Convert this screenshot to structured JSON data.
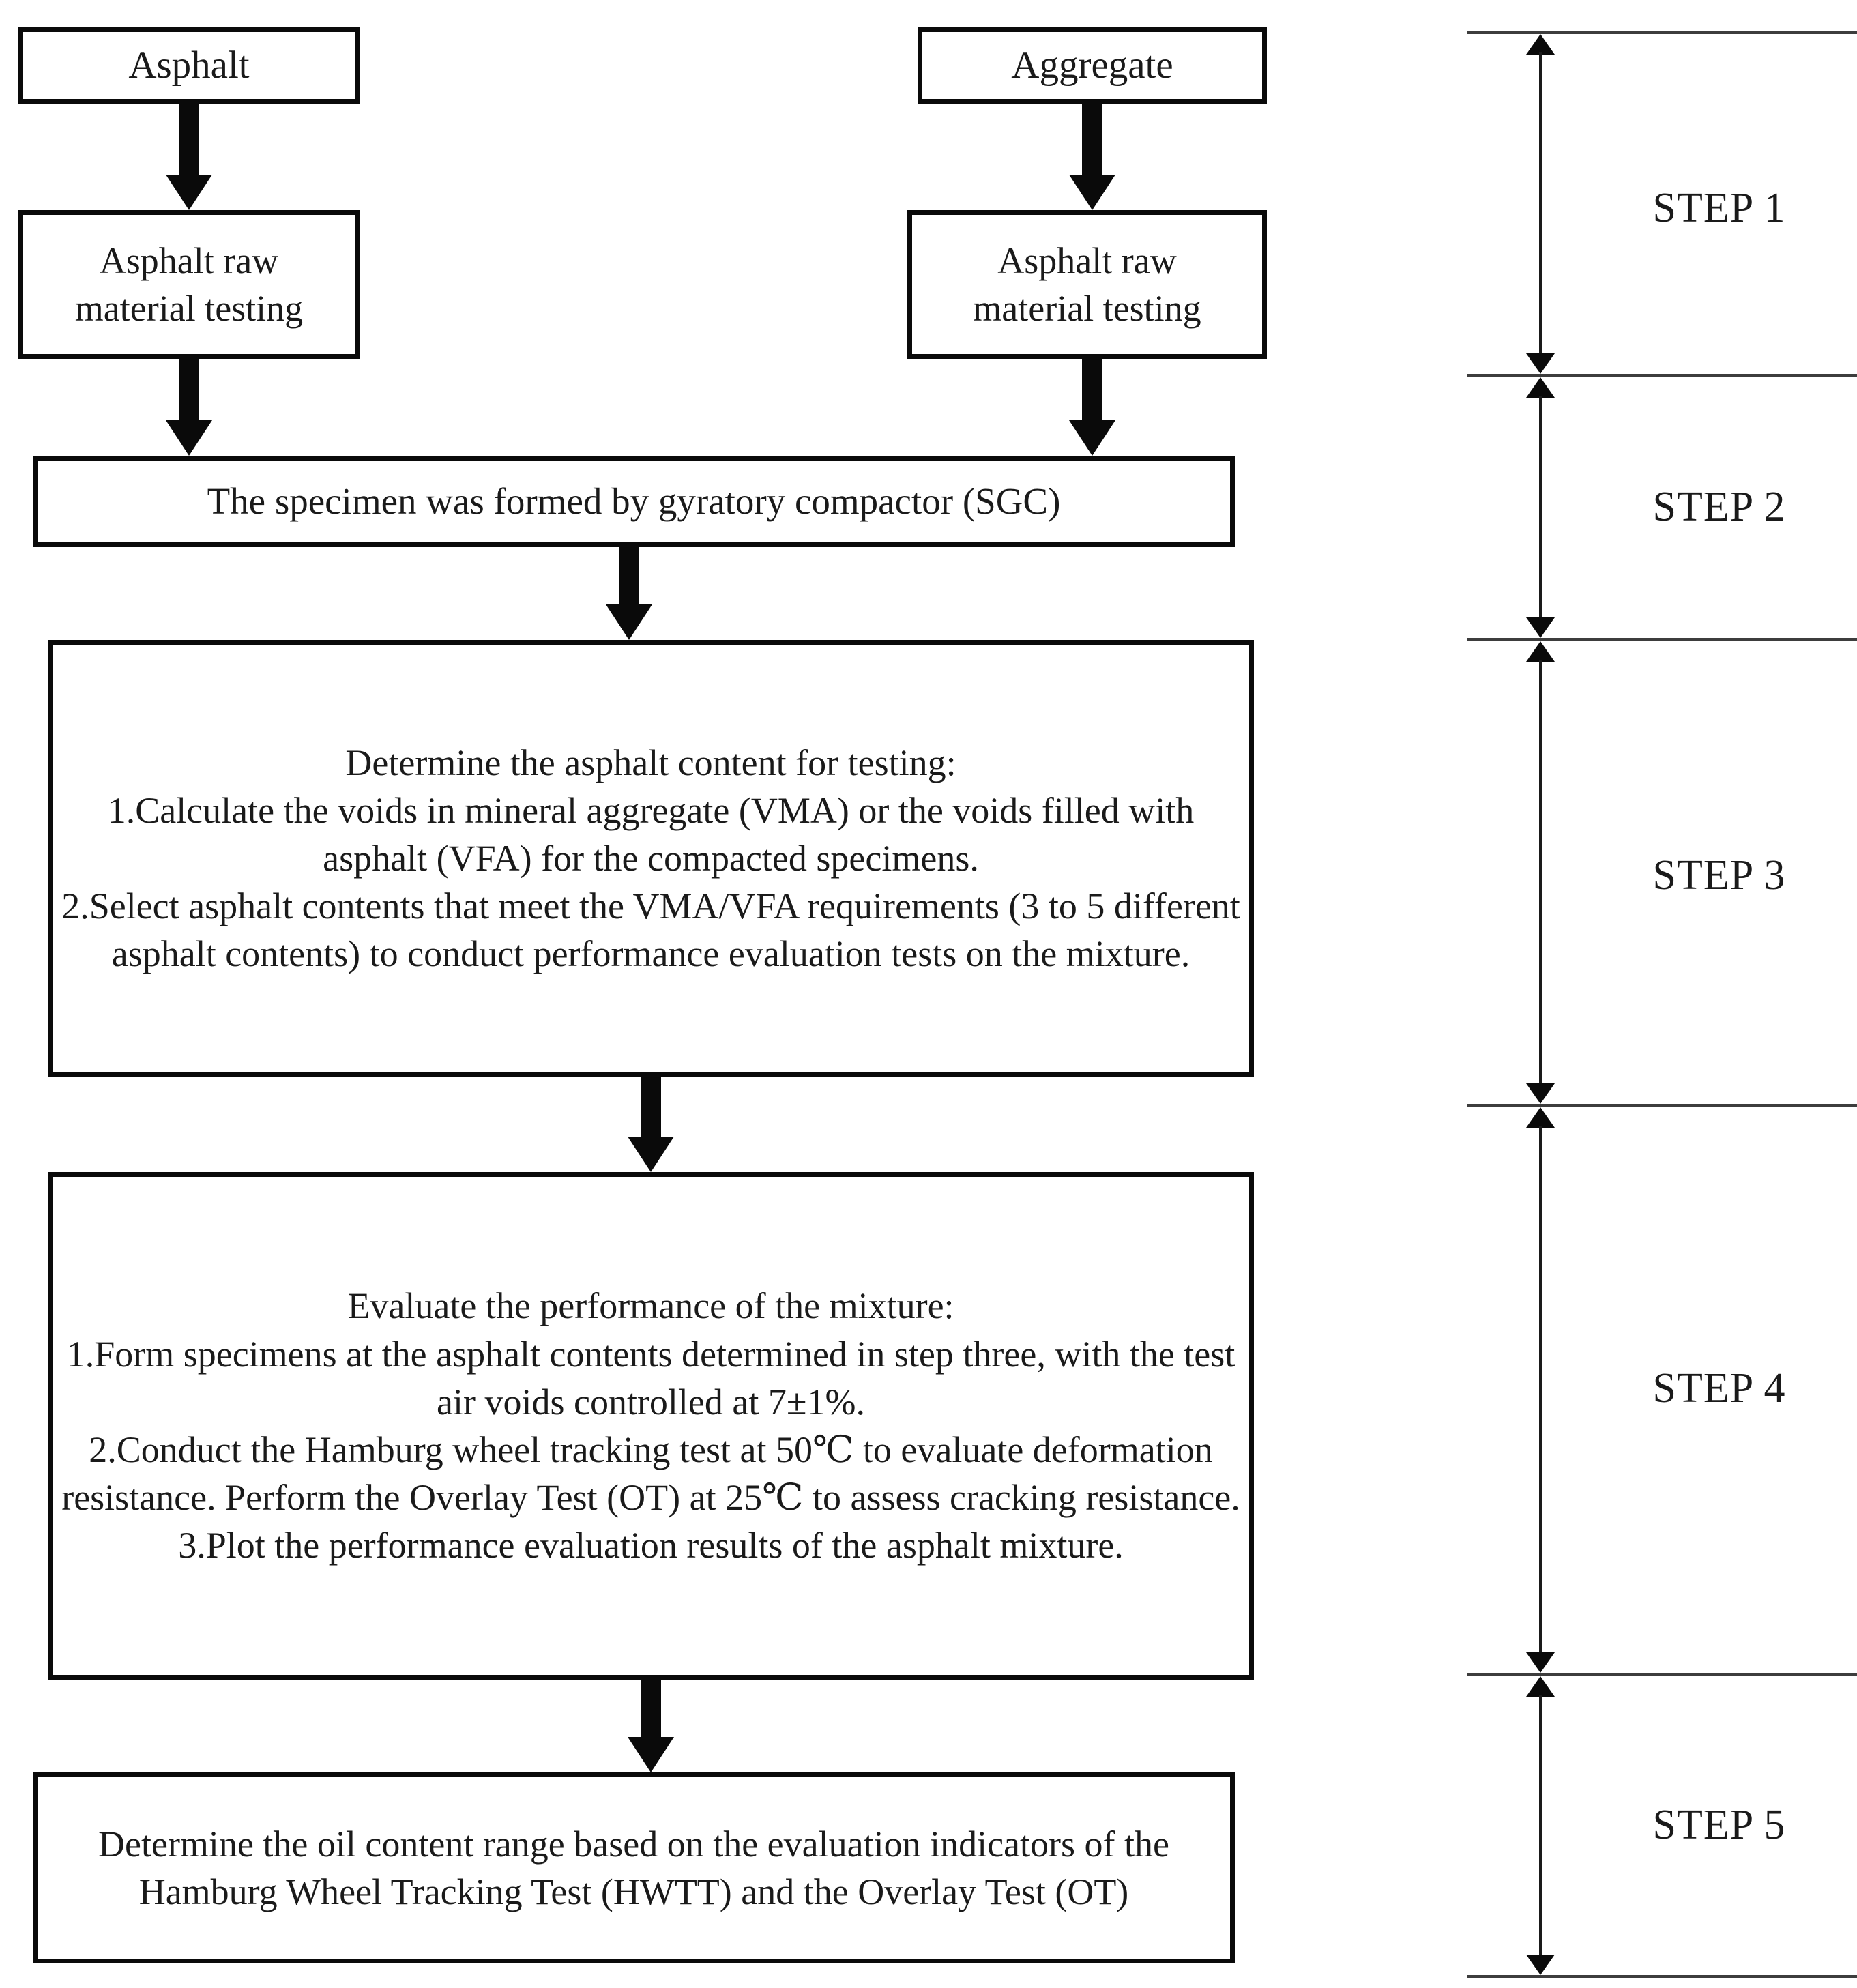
{
  "diagram": {
    "title": "Asphalt mixture design and evaluation flowchart",
    "boxes": {
      "asphalt": "Asphalt",
      "aggregate": "Aggregate",
      "asphalt_raw_material_testing": "Asphalt raw\nmaterial testing",
      "aggregate_raw_material_testing": "Asphalt raw\nmaterial testing",
      "sgc": "The specimen was formed by gyratory compactor (SGC)",
      "step3_body": "Determine the asphalt content for testing:\n1.Calculate the voids in mineral aggregate (VMA) or the voids filled with asphalt (VFA) for the compacted specimens.\n2.Select asphalt contents that meet the VMA/VFA requirements (3 to 5 different asphalt contents) to conduct performance evaluation tests on the mixture.",
      "step4_body": "Evaluate the performance of the mixture:\n1.Form specimens at the asphalt contents determined in step three, with the test air voids controlled at 7±1%.\n2.Conduct the Hamburg wheel tracking test at 50℃ to evaluate deformation resistance. Perform the Overlay Test (OT) at 25℃ to assess cracking resistance.\n3.Plot the performance evaluation results of the asphalt mixture.",
      "step5_body": "Determine the oil content range based on the evaluation indicators of the Hamburg Wheel Tracking Test (HWTT) and the Overlay Test (OT)"
    },
    "steps": [
      {
        "label": "STEP 1"
      },
      {
        "label": "STEP 2"
      },
      {
        "label": "STEP 3"
      },
      {
        "label": "STEP 4"
      },
      {
        "label": "STEP 5"
      }
    ],
    "colors": {
      "box_border": "#0a0a0a",
      "arrow": "#0a0a0a",
      "rule_line": "#3d3d3d",
      "text": "#1a1a1a",
      "background": "#ffffff"
    }
  }
}
